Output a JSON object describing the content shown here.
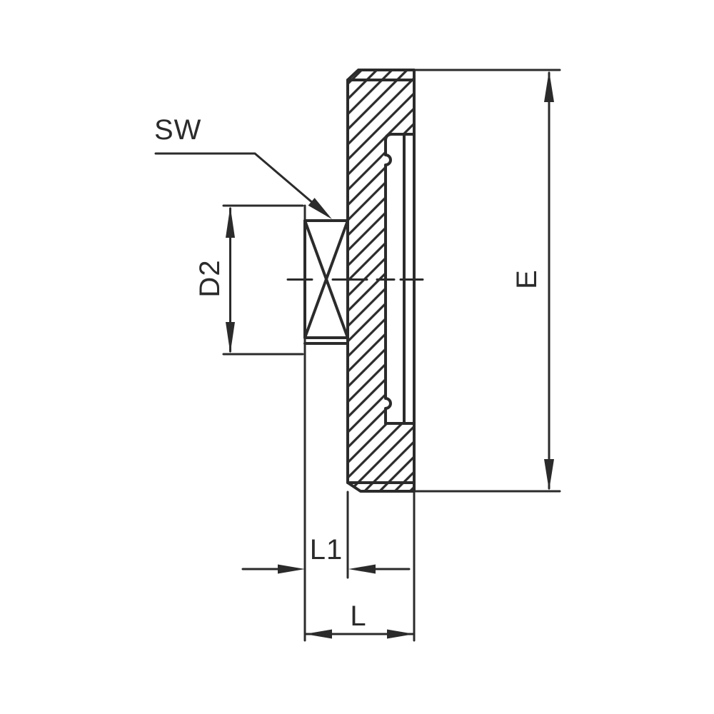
{
  "drawing": {
    "description": "Technical cross-section drawing of a blanking disc fitting with threaded stud",
    "background_color": "#ffffff",
    "line_color": "#2b2b2b",
    "labels": {
      "sw": "SW",
      "d2": "D2",
      "e": "E",
      "l1": "L1",
      "l": "L"
    }
  }
}
